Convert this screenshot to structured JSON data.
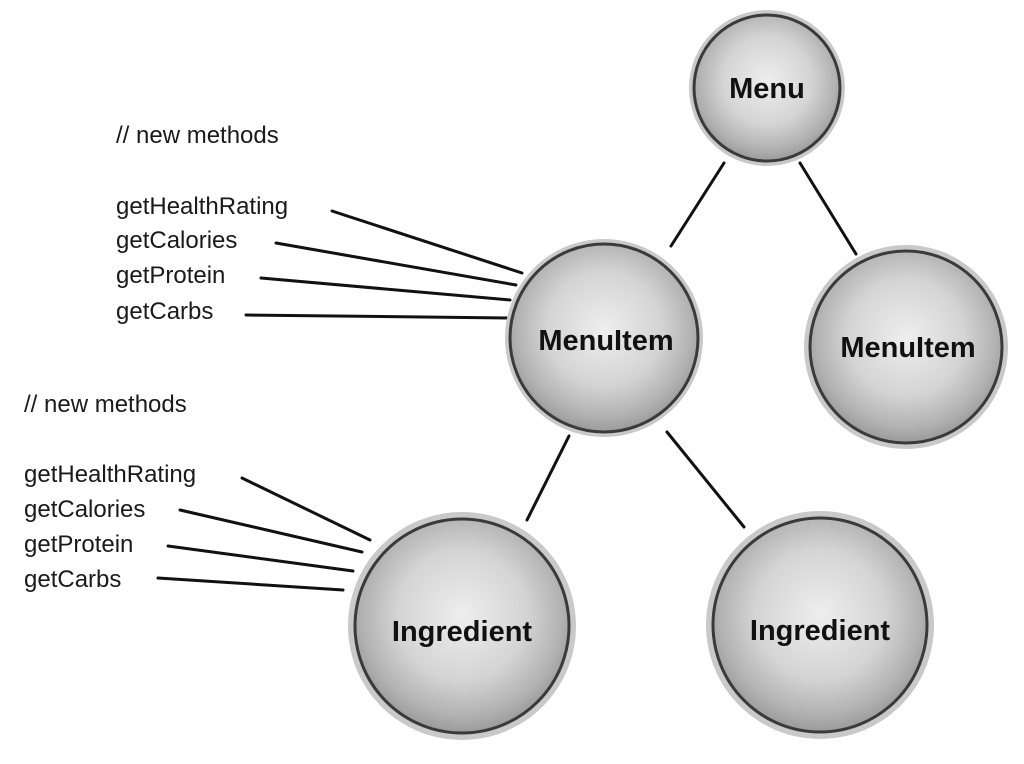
{
  "nodes": {
    "menu": {
      "label": "Menu"
    },
    "menuitem_left": {
      "label": "MenuItem"
    },
    "menuitem_right": {
      "label": "MenuItem"
    },
    "ingredient_left": {
      "label": "Ingredient"
    },
    "ingredient_right": {
      "label": "Ingredient"
    }
  },
  "menuitem_methods": {
    "header": "// new methods",
    "items": [
      "getHealthRating",
      "getCalories",
      "getProtein",
      "getCarbs"
    ]
  },
  "ingredient_methods": {
    "header": "// new methods",
    "items": [
      "getHealthRating",
      "getCalories",
      "getProtein",
      "getCarbs"
    ]
  },
  "colors": {
    "node_fill_light": "#eeeeee",
    "node_fill_dark": "#9a9a9a",
    "node_rim": "#3a3a3a",
    "line": "#111111"
  }
}
